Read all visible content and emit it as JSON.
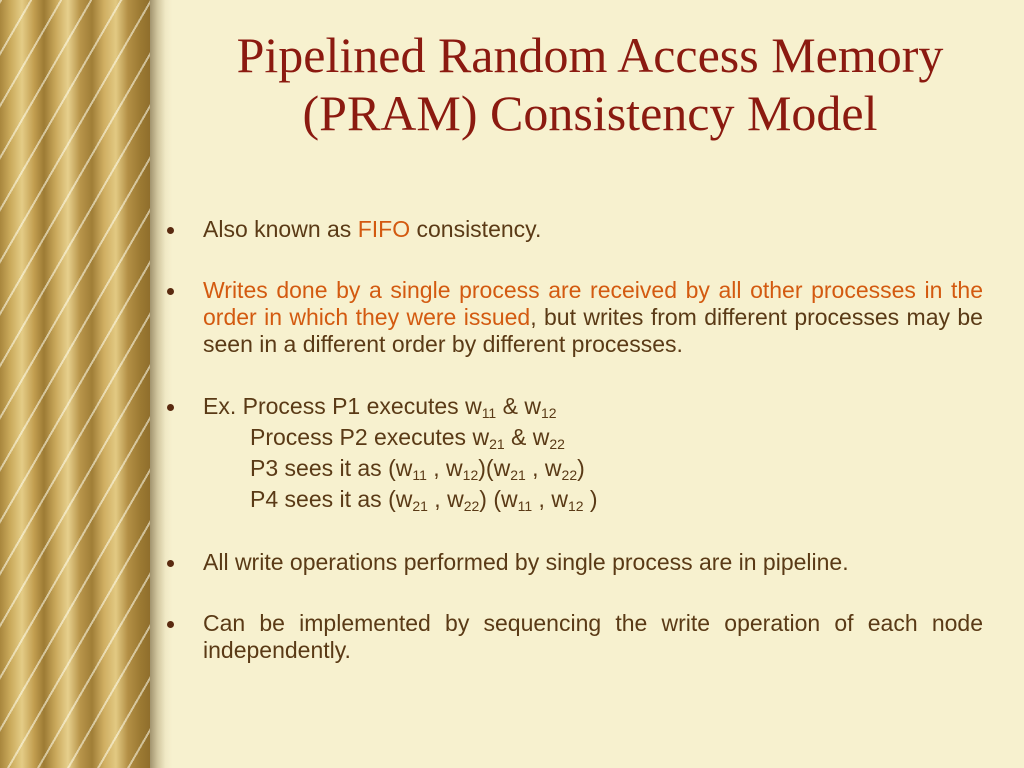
{
  "title": {
    "line1": "Pipelined Random Access Memory",
    "line2": "(PRAM) Consistency Model"
  },
  "bullet1": {
    "pre": "Also known as ",
    "highlight": "FIFO",
    "post": " consistency."
  },
  "bullet2": {
    "highlight": "Writes done by a single process are received by all other processes in the order in which they were issued",
    "post": ", but writes from different processes may be seen in a different order by different processes."
  },
  "bullet3": {
    "line1": {
      "a": "Ex. Process P1 executes w",
      "s1": "11",
      "b": " & w",
      "s2": "12"
    },
    "line2": {
      "a": "Process P2 executes w",
      "s1": "21",
      "b": " & w",
      "s2": "22"
    },
    "line3": {
      "a": "P3 sees it as (w",
      "s1": "11",
      "b": " , w",
      "s2": "12",
      "c": ")(w",
      "s3": "21",
      "d": " , w",
      "s4": "22",
      "e": ")"
    },
    "line4": {
      "a": "P4 sees it as (w",
      "s1": "21",
      "b": " , w",
      "s2": "22",
      "c": ") (w",
      "s3": "11",
      "d": " , w",
      "s4": "12",
      "e": " )"
    }
  },
  "bullet4": {
    "text": "All write operations performed by single process are in pipeline."
  },
  "bullet5": {
    "text": "Can be implemented by sequencing the write operation of each node independently."
  },
  "colors": {
    "title": "#8b1a10",
    "text": "#5a3a16",
    "highlight": "#d35a10",
    "background": "#f7f1cf"
  }
}
